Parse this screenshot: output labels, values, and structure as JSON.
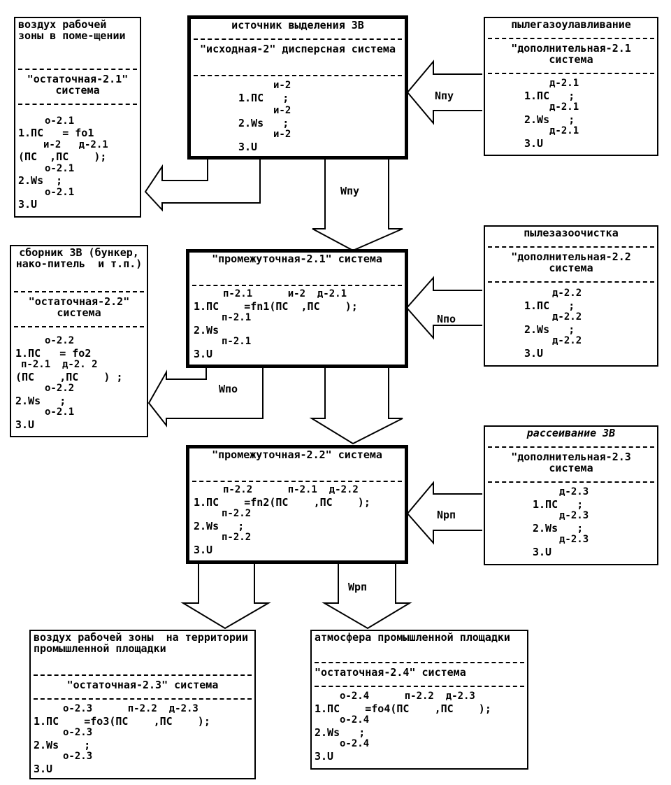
{
  "boxes": {
    "work_zone": {
      "title": "воздух рабочей зоны в поме-щении",
      "system": "\"остаточная-2.1\" система",
      "f1": "1.ПС   = fo1",
      "f1_sup": "o-2.1",
      "f2": "(ПС  ,ПС    );",
      "f2_sup": "и-2   д-2.1",
      "f3": "2.Ws  ;",
      "f3_sup": "o-2.1",
      "f4": "3.U",
      "f4_sup": "o-2.1"
    },
    "source": {
      "title": "источник выделения ЗВ",
      "system": "\"исходная-2\" дисперсная система",
      "f1": "1.ПС   ;",
      "f1_sup": "и-2",
      "f2": "2.Ws   ;",
      "f2_sup": "и-2",
      "f3": "3.U",
      "f3_sup": "и-2"
    },
    "dust_capture": {
      "title": "пылегазоулавливание",
      "system": "\"дополнительная-2.1 система",
      "f1": "1.ПС   ;",
      "f1_sup": "д-2.1",
      "f2": "2.Ws   ;",
      "f2_sup": "д-2.1",
      "f3": "3.U",
      "f3_sup": "д-2.1"
    },
    "collector": {
      "title": "сборник ЗВ (бункер, нако-питель  и т.п.)",
      "system": "\"остаточная-2.2\" система",
      "f1": "1.ПС   = fo2",
      "f1_sup": "o-2.2",
      "f2": "(ПС    ,ПС    ) ;",
      "f2_sup": "п-2.1  д-2. 2",
      "f3": "2.Ws   ;",
      "f3_sup": "o-2.2",
      "f4": "3.U",
      "f4_sup": "o-2.1"
    },
    "intermediate1": {
      "title": "\"промежуточная-2.1\" система",
      "f1": "1.ПС    =fn1(ПС  ,ПС    );",
      "f1_sup": "п-2.1      и-2  д-2.1",
      "f2": "2.Ws",
      "f2_sup": "п-2.1",
      "f3": "3.U",
      "f3_sup": "п-2.1"
    },
    "dust_clean": {
      "title": "пылезазоочистка",
      "system": "\"дополнительная-2.2 система",
      "f1": "1.ПС   ;",
      "f1_sup": "д-2.2",
      "f2": "2.Ws   ;",
      "f2_sup": "д-2.2",
      "f3": "3.U",
      "f3_sup": "д-2.2"
    },
    "intermediate2": {
      "title": "\"промежуточная-2.2\" система",
      "f1": "1.ПС    =fn2(ПС    ,ПС    );",
      "f1_sup": "п-2.2      п-2.1  д-2.2",
      "f2": "2.Ws   ;",
      "f2_sup": "п-2.2",
      "f3": "3.U",
      "f3_sup": "п-2.2"
    },
    "dispersion": {
      "title": "рассеивание ЗВ",
      "system": "\"дополнительная-2.3 система",
      "f1": "1.ПС   ;",
      "f1_sup": "д-2.3",
      "f2": "2.Ws   ;",
      "f2_sup": "д-2.3",
      "f3": "3.U",
      "f3_sup": "д-2.3"
    },
    "site_air": {
      "title": "воздух рабочей зоны  на территории промышленной площадки",
      "system": "\"остаточная-2.3\" система",
      "f1": "1.ПС    =fo3(ПС    ,ПС    );",
      "f1_sup": "o-2.3      п-2.2  д-2.3",
      "f2": "2.Ws    ;",
      "f2_sup": "o-2.3",
      "f3": "3.U",
      "f3_sup": "o-2.3"
    },
    "atmosphere": {
      "title": "атмосфера промышленной площадки",
      "system": "\"остаточная-2.4\" система",
      "f1": "1.ПС    =fo4(ПС    ,ПС    );",
      "f1_sup": "o-2.4      п-2.2  д-2.3",
      "f2": "2.Ws   ;",
      "f2_sup": "o-2.4",
      "f3": "3.U",
      "f3_sup": "o-2.4"
    }
  },
  "labels": {
    "npu": "Nпу",
    "wpu": "Wпу",
    "npo": "Nпо",
    "wpo": "Wпо",
    "nrp": "Nрп",
    "wrp": "Wрп"
  }
}
